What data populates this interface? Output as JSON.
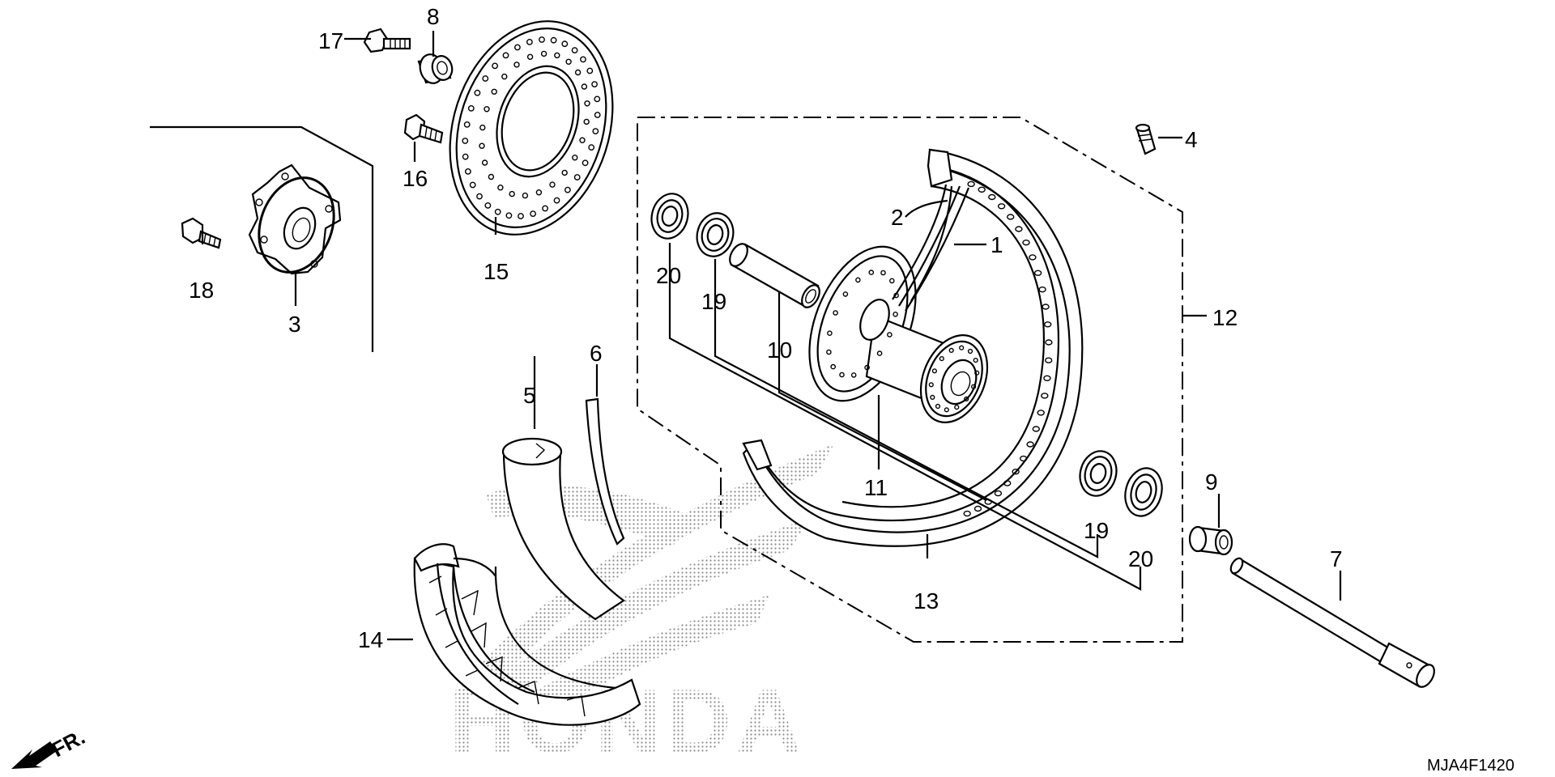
{
  "labels": {
    "p1": "1",
    "p2": "2",
    "p3": "3",
    "p4": "4",
    "p5": "5",
    "p6": "6",
    "p7": "7",
    "p8": "8",
    "p9": "9",
    "p10": "10",
    "p11": "11",
    "p12": "12",
    "p13": "13",
    "p14": "14",
    "p15": "15",
    "p16": "16",
    "p17": "17",
    "p18": "18",
    "p19a": "19",
    "p19b": "19",
    "p20a": "20",
    "p20b": "20"
  },
  "front_marker": "FR.",
  "diagram_code": "MJA4F1420",
  "watermark": "HONDA",
  "colors": {
    "line": "#000000",
    "background": "#ffffff",
    "screen": "#888888"
  }
}
